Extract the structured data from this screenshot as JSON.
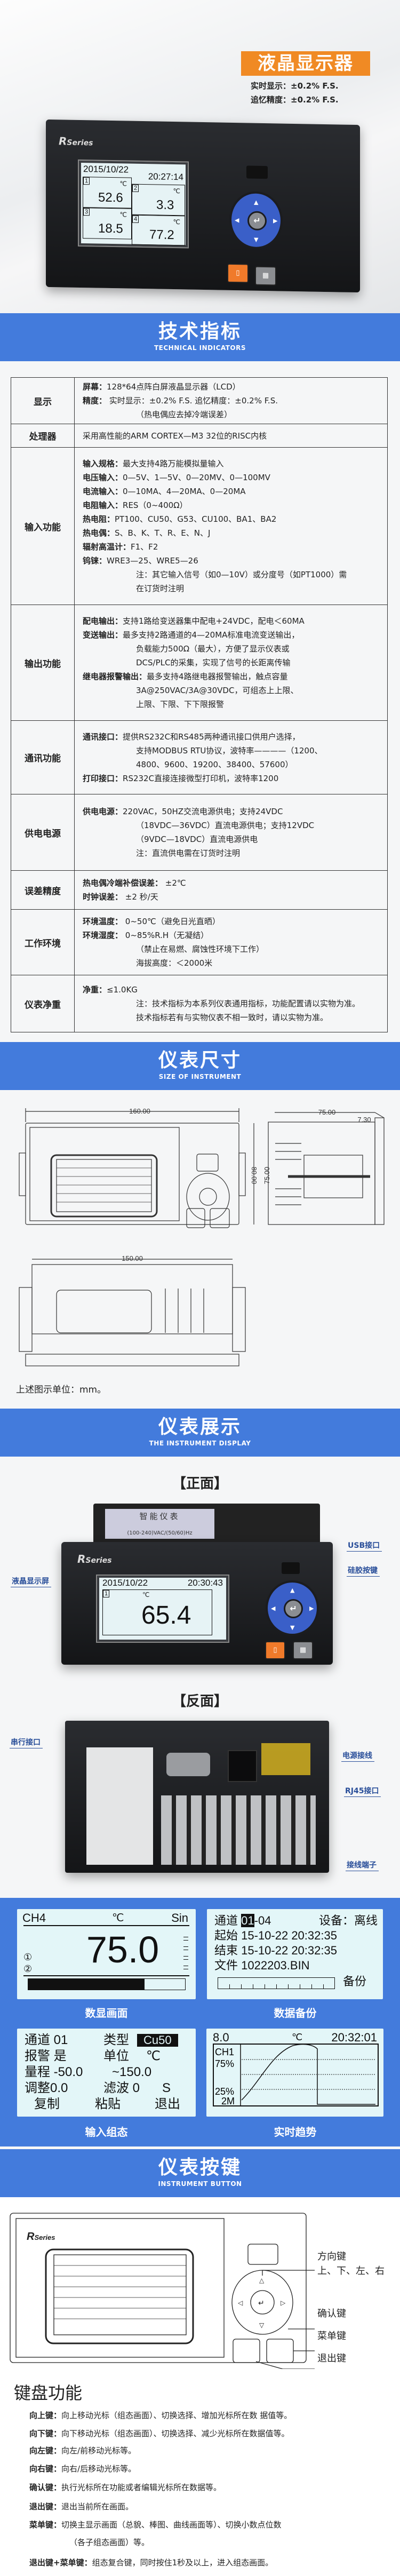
{
  "hero": {
    "badge": "液晶显示器",
    "spec_lines": [
      "实时显示：±0.2% F.S.",
      "追忆精度：±0.2% F.S."
    ],
    "brand_r": "R",
    "brand_series": "Series",
    "screen": {
      "date": "2015/10/22",
      "time": "20:27:14",
      "channels": [
        {
          "n": "1",
          "unit": "℃",
          "value": "52.6"
        },
        {
          "n": "2",
          "unit": "℃",
          "value": "3.3"
        },
        {
          "n": "3",
          "unit": "℃",
          "value": "18.5"
        },
        {
          "n": "4",
          "unit": "℃",
          "value": "77.2"
        }
      ]
    }
  },
  "banners": {
    "tech": {
      "title": "技术指标",
      "subtitle": "TECHNICAL INDICATORS"
    },
    "size": {
      "title": "仪表尺寸",
      "subtitle": "SIZE OF INSTRUMENT"
    },
    "display": {
      "title": "仪表展示",
      "subtitle": "THE INSTRUMENT DISPLAY"
    },
    "buttons": {
      "title": "仪表按键",
      "subtitle": "INSTRUMENT BUTTON"
    }
  },
  "spec_table": [
    {
      "label": "显示",
      "lines": [
        {
          "k": "屏幕：",
          "v": "128*64点阵白屏液晶显示器（LCD）"
        },
        {
          "k": "精度：",
          "v": " 实时显示：±0.2% F.S.  追忆精度：±0.2% F.S."
        },
        {
          "k": "",
          "v": "（热电偶应去掉冷端误差）"
        }
      ]
    },
    {
      "label": "处理器",
      "lines": [
        {
          "k": "",
          "v": "采用高性能的ARM CORTEX—M3 32位的RISC内核"
        }
      ]
    },
    {
      "label": "输入功能",
      "lines": [
        {
          "k": "输入规格：",
          "v": "最大支持4路万能模拟量输入"
        },
        {
          "k": "电压输入：",
          "v": "0—5V、1—5V、0—20MV、0—100MV"
        },
        {
          "k": "电流输入：",
          "v": "0—10MA、4—20MA、0—20MA"
        },
        {
          "k": "电阻输入：",
          "v": "RES（0~400Ω）"
        },
        {
          "k": "热电阻：",
          "v": "PT100、CU50、G53、CU100、BA1、BA2"
        },
        {
          "k": "热电偶：",
          "v": "S、B、K、T、R、E、N、J"
        },
        {
          "k": "辐射高温计：",
          "v": "F1、F2"
        },
        {
          "k": "钨铼：",
          "v": "WRE3—25、WRE5—26"
        },
        {
          "k": "",
          "v": "注：其它输入信号（如0—10V）或分度号（如PT1000）需"
        },
        {
          "k": "",
          "v": "在订货时注明"
        }
      ]
    },
    {
      "label": "输出功能",
      "lines": [
        {
          "k": "配电输出：",
          "v": "支持1路给变送器集中配电+24VDC，配电＜60MA"
        },
        {
          "k": "变送输出：",
          "v": "最多支持2路通道的4—20MA标准电流变送输出，"
        },
        {
          "k": "",
          "v": "负载能力500Ω（最大），方便了显示仪表或"
        },
        {
          "k": "",
          "v": "DCS/PLC的采集，实现了信号的长距离传输"
        },
        {
          "k": "继电器报警输出：",
          "v": "最多支持4路继电器报警输出，触点容量"
        },
        {
          "k": "",
          "v": "3A@250VAC/3A@30VDC，可组态上上限、"
        },
        {
          "k": "",
          "v": "上限、下限、下下限报警"
        }
      ]
    },
    {
      "label": "通讯功能",
      "lines": [
        {
          "k": "通讯接口：",
          "v": "提供RS232C和RS485两种通讯接口供用户选择，"
        },
        {
          "k": "",
          "v": "支持MODBUS RTU协议，波特率————（1200、"
        },
        {
          "k": "",
          "v": "4800、9600、19200、38400、57600）"
        },
        {
          "k": "打印接口：",
          "v": "RS232C直接连接微型打印机，波特率1200"
        }
      ]
    },
    {
      "label": "供电电源",
      "lines": [
        {
          "k": "供电电源：",
          "v": "220VAC，50HZ交流电源供电；支持24VDC"
        },
        {
          "k": "",
          "v": "（18VDC—36VDC）直流电源供电；支持12VDC"
        },
        {
          "k": "",
          "v": "（9VDC—18VDC）直流电源供电"
        },
        {
          "k": "",
          "v": "注：直流供电需在订货时注明"
        }
      ]
    },
    {
      "label": "误差精度",
      "lines": [
        {
          "k": "热电偶冷端补偿误差：",
          "v": " ±2℃"
        },
        {
          "k": "时钟误差：",
          "v": " ±2 秒/天"
        }
      ]
    },
    {
      "label": "工作环境",
      "lines": [
        {
          "k": "环境温度：",
          "v": " 0~50℃（避免日光直晒）"
        },
        {
          "k": "环境湿度：",
          "v": " 0~85%R.H（无凝结）"
        },
        {
          "k": "",
          "v": "（禁止在易燃、腐蚀性环境下工作）"
        },
        {
          "k": "",
          "v": "海拔高度：＜2000米"
        }
      ]
    },
    {
      "label": "仪表净重",
      "lines": [
        {
          "k": "净重：",
          "v": "≤1.0KG"
        },
        {
          "k": "",
          "v": "注：技术指标为本系列仪表通用指标，功能配置请以实物为准。"
        },
        {
          "k": "",
          "v": "技术指标若有与实物仪表不相一致时，请以实物为准。"
        }
      ]
    }
  ],
  "dimensions": {
    "front_width": "160.00",
    "front_height": "80.00",
    "side_depth": "75.00",
    "side_height": "75.00",
    "side_bezel": "7.30",
    "bottom_width": "150.00",
    "unit_note": "上述图示单位：mm。"
  },
  "display_section": {
    "front_heading": "【正面】",
    "back_heading": "【反面】",
    "front_screen": {
      "date": "2015/10/22",
      "time": "20:30:43",
      "channel": "1",
      "unit": "℃",
      "value": "65.4"
    },
    "front_callouts": {
      "lcd": "液晶显示屏",
      "usb": "USB接口",
      "keys": "硅胶按键"
    },
    "back_callouts": {
      "serial": "串行接口",
      "power": "电源接线",
      "rj45": "RJ45接口",
      "terminal": "接线端子"
    },
    "label_top": "智能仪表",
    "label_power": "(100-240)VAC/(50/60)Hz"
  },
  "screens": {
    "digital": {
      "caption": "数显画面",
      "channel": "CH4",
      "unit": "℃",
      "mode": "Sin",
      "value": "75.0",
      "alarm1": "①",
      "alarm2": "②",
      "bar_level": 0.74
    },
    "backup": {
      "caption": "数据备份",
      "ch_label": "通道",
      "ch_sel": "01",
      "ch_rest": "-04",
      "device": "设备：离线",
      "start_label": "起始",
      "start": "15-10-22 20:32:35",
      "end_label": "结束",
      "end": "15-10-22 20:32:35",
      "file_label": "文件",
      "file": "1022203.BIN",
      "backup_label": "备份",
      "progress": 0
    },
    "config": {
      "caption": "输入组态",
      "row1": [
        "通道 01",
        "类型",
        "Cu50"
      ],
      "row2": [
        "报警 是",
        "单位",
        "℃"
      ],
      "row3": [
        "量程 -50.0",
        "~150.0"
      ],
      "row4": [
        "调整0.0",
        "滤波 0",
        "S"
      ],
      "row5": [
        "复制",
        "粘贴",
        "退出"
      ]
    },
    "trend": {
      "caption": "实时趋势",
      "value": "8.0",
      "unit": "℃",
      "time": "20:32:01",
      "channel": "CH1",
      "p75": "75%",
      "p25": "25%",
      "span": "2M"
    }
  },
  "keys_section": {
    "callouts": {
      "direction": "方向键",
      "directions": "上、下、左、右",
      "enter": "确认键",
      "menu": "菜单键",
      "exit": "退出键"
    },
    "heading": "键盘功能",
    "items": [
      {
        "k": "向上键：",
        "v": "向上移动光标（组态画面）、切换选择、增加光标所在数 据值等。"
      },
      {
        "k": "向下键：",
        "v": "向下移动光标（组态画面）、切换选择、减少光标所在数据值等。"
      },
      {
        "k": "向左键：",
        "v": "向左/前移动光标等。"
      },
      {
        "k": "向右键：",
        "v": "向右/后移动光标等。"
      },
      {
        "k": "确认键：",
        "v": "执行光标所在功能或者编辑光标所在数据等。"
      },
      {
        "k": "退出键：",
        "v": "退出当前所在画面。"
      },
      {
        "k": "菜单键：",
        "v": "切换主显示画面（总貌、棒图、曲线画面等）、切换小数点位数"
      },
      {
        "k": "",
        "v": "（各子组态画面）等。"
      },
      {
        "k": "退出键+菜单键：",
        "v": "组态复合键，同时按住1秒及以上，进入组态画面。"
      }
    ]
  },
  "colors": {
    "banner_blue": "#437bdc",
    "accent_orange": "#f08a24",
    "lcd_bg": "#e3f6f8",
    "key_blue": "#3a5fc8"
  }
}
